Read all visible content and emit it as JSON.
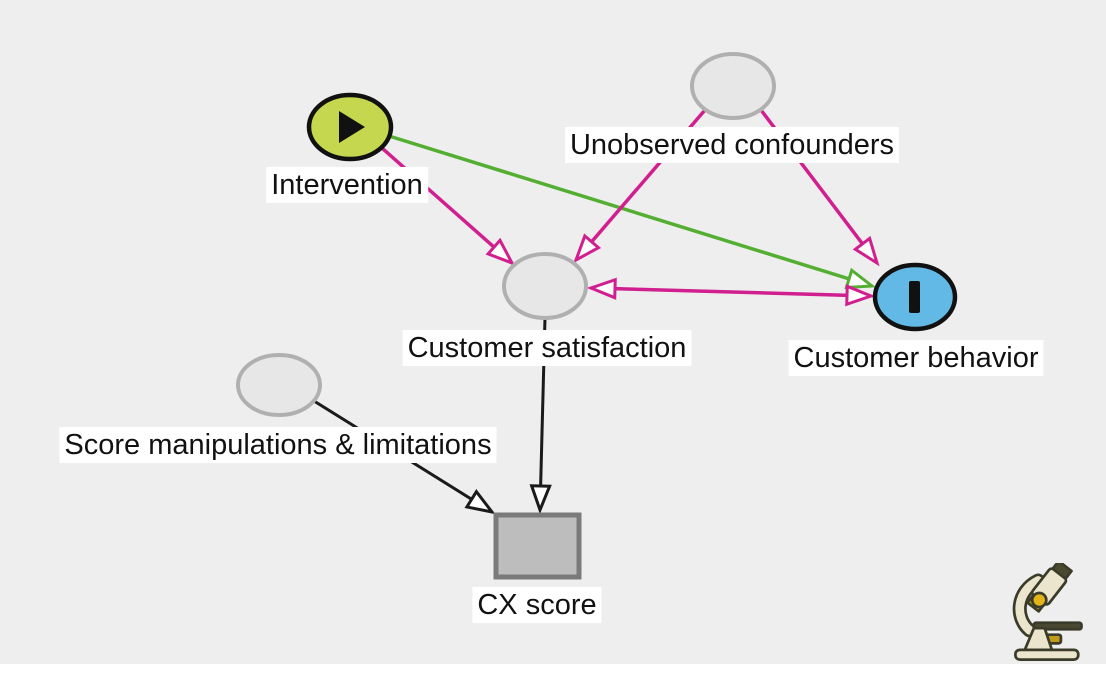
{
  "colors": {
    "background": "#eeeeee",
    "edge-pink": "#d11f8f",
    "edge-green": "#53ae32",
    "edge-black": "#1a1a1a",
    "node-intervention-fill": "#c5d74f",
    "node-behavior-fill": "#63b9e5",
    "node-gray-fill": "#e7e7e7",
    "node-gray-stroke": "#b0b0b0",
    "node-black-stroke": "#111111",
    "square-fill": "#bdbdbd",
    "square-stroke": "#7a7a7a"
  },
  "nodes": {
    "intervention": {
      "label": "Intervention",
      "shape": "ellipse",
      "icon": "play-icon"
    },
    "unobserved_confounders": {
      "label": "Unobserved confounders",
      "shape": "ellipse"
    },
    "customer_satisfaction": {
      "label": "Customer satisfaction",
      "shape": "ellipse"
    },
    "customer_behavior": {
      "label": "Customer behavior",
      "shape": "ellipse",
      "icon": "pause-bar-icon"
    },
    "score_manipulations": {
      "label": "Score manipulations & limitations",
      "shape": "ellipse"
    },
    "cx_score": {
      "label": "CX score",
      "shape": "square"
    }
  },
  "edges": [
    {
      "from": "intervention",
      "to": "customer_satisfaction",
      "color": "pink",
      "arrow": "end"
    },
    {
      "from": "intervention",
      "to": "customer_behavior",
      "color": "green",
      "arrow": "end"
    },
    {
      "from": "unobserved_confounders",
      "to": "customer_satisfaction",
      "color": "pink",
      "arrow": "end"
    },
    {
      "from": "unobserved_confounders",
      "to": "customer_behavior",
      "color": "pink",
      "arrow": "end"
    },
    {
      "from": "customer_satisfaction",
      "to": "customer_behavior",
      "color": "pink",
      "arrow": "both"
    },
    {
      "from": "customer_satisfaction",
      "to": "cx_score",
      "color": "black",
      "arrow": "end"
    },
    {
      "from": "score_manipulations",
      "to": "cx_score",
      "color": "black",
      "arrow": "end"
    }
  ],
  "decorations": {
    "corner_icon": "microscope-icon"
  }
}
